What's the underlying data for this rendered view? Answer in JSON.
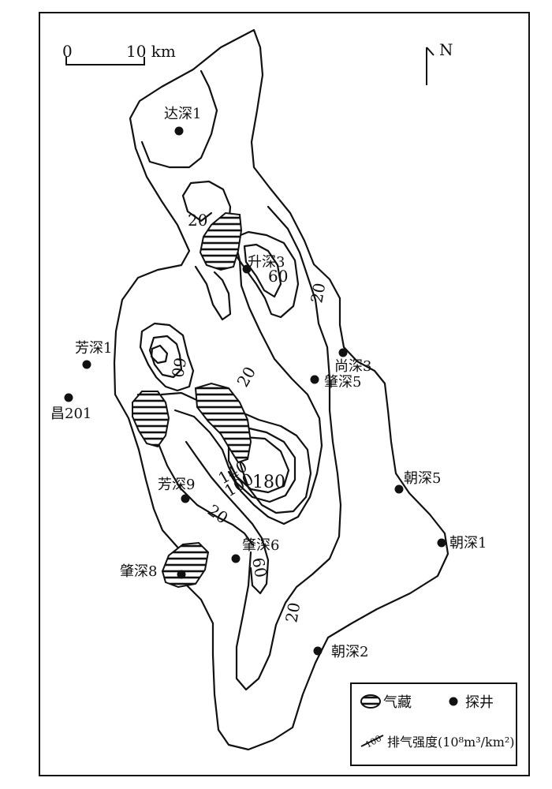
{
  "scale_bar": {
    "start": "0",
    "end": "10 km"
  },
  "north": "N",
  "contours": [
    "20",
    "20",
    "20",
    "20",
    "20",
    "20",
    "60",
    "60",
    "60",
    "100",
    "140",
    "180"
  ],
  "wells": [
    {
      "name": "达深1"
    },
    {
      "name": "升深3"
    },
    {
      "name": "芳深1"
    },
    {
      "name": "昌201"
    },
    {
      "name": "尚深3"
    },
    {
      "name": "肇深5"
    },
    {
      "name": "芳深9"
    },
    {
      "name": "朝深5"
    },
    {
      "name": "朝深1"
    },
    {
      "name": "肇深6"
    },
    {
      "name": "肇深8"
    },
    {
      "name": "朝深2"
    }
  ],
  "legend": {
    "gas_reservoir": "气藏",
    "well": "探井",
    "contour_sample": "100",
    "intensity": "排气强度(10⁸m³/km²)"
  }
}
